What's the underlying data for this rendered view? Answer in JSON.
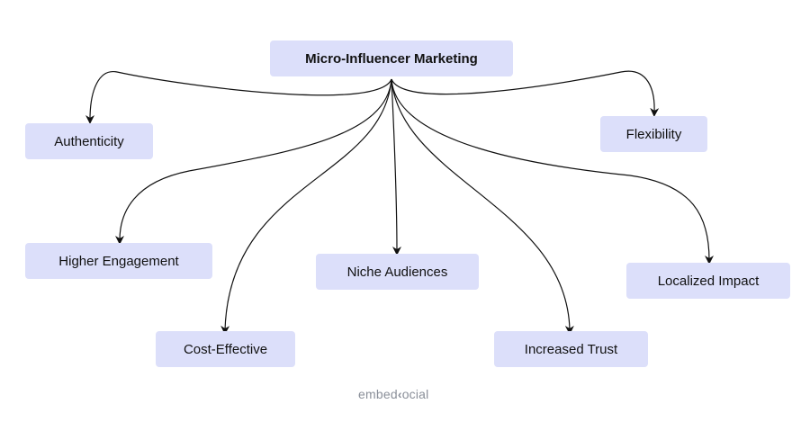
{
  "diagram": {
    "root": {
      "id": "root",
      "label": "Micro-Influencer Marketing"
    },
    "nodes": [
      {
        "id": "authenticity",
        "label": "Authenticity"
      },
      {
        "id": "flexibility",
        "label": "Flexibility"
      },
      {
        "id": "higher-engagement",
        "label": "Higher Engagement"
      },
      {
        "id": "niche-audiences",
        "label": "Niche Audiences"
      },
      {
        "id": "localized-impact",
        "label": "Localized Impact"
      },
      {
        "id": "cost-effective",
        "label": "Cost-Effective"
      },
      {
        "id": "increased-trust",
        "label": "Increased Trust"
      }
    ],
    "edges": [
      {
        "from": "root",
        "to": "authenticity"
      },
      {
        "from": "root",
        "to": "flexibility"
      },
      {
        "from": "root",
        "to": "higher-engagement"
      },
      {
        "from": "root",
        "to": "niche-audiences"
      },
      {
        "from": "root",
        "to": "localized-impact"
      },
      {
        "from": "root",
        "to": "cost-effective"
      },
      {
        "from": "root",
        "to": "increased-trust"
      }
    ],
    "colors": {
      "node_fill": "#dcdffa",
      "edge": "#111111",
      "text": "#111111",
      "brand": "#8a8f99"
    }
  },
  "footer": {
    "brand_left": "embed",
    "brand_mark": "‹",
    "brand_right": "ocial"
  }
}
